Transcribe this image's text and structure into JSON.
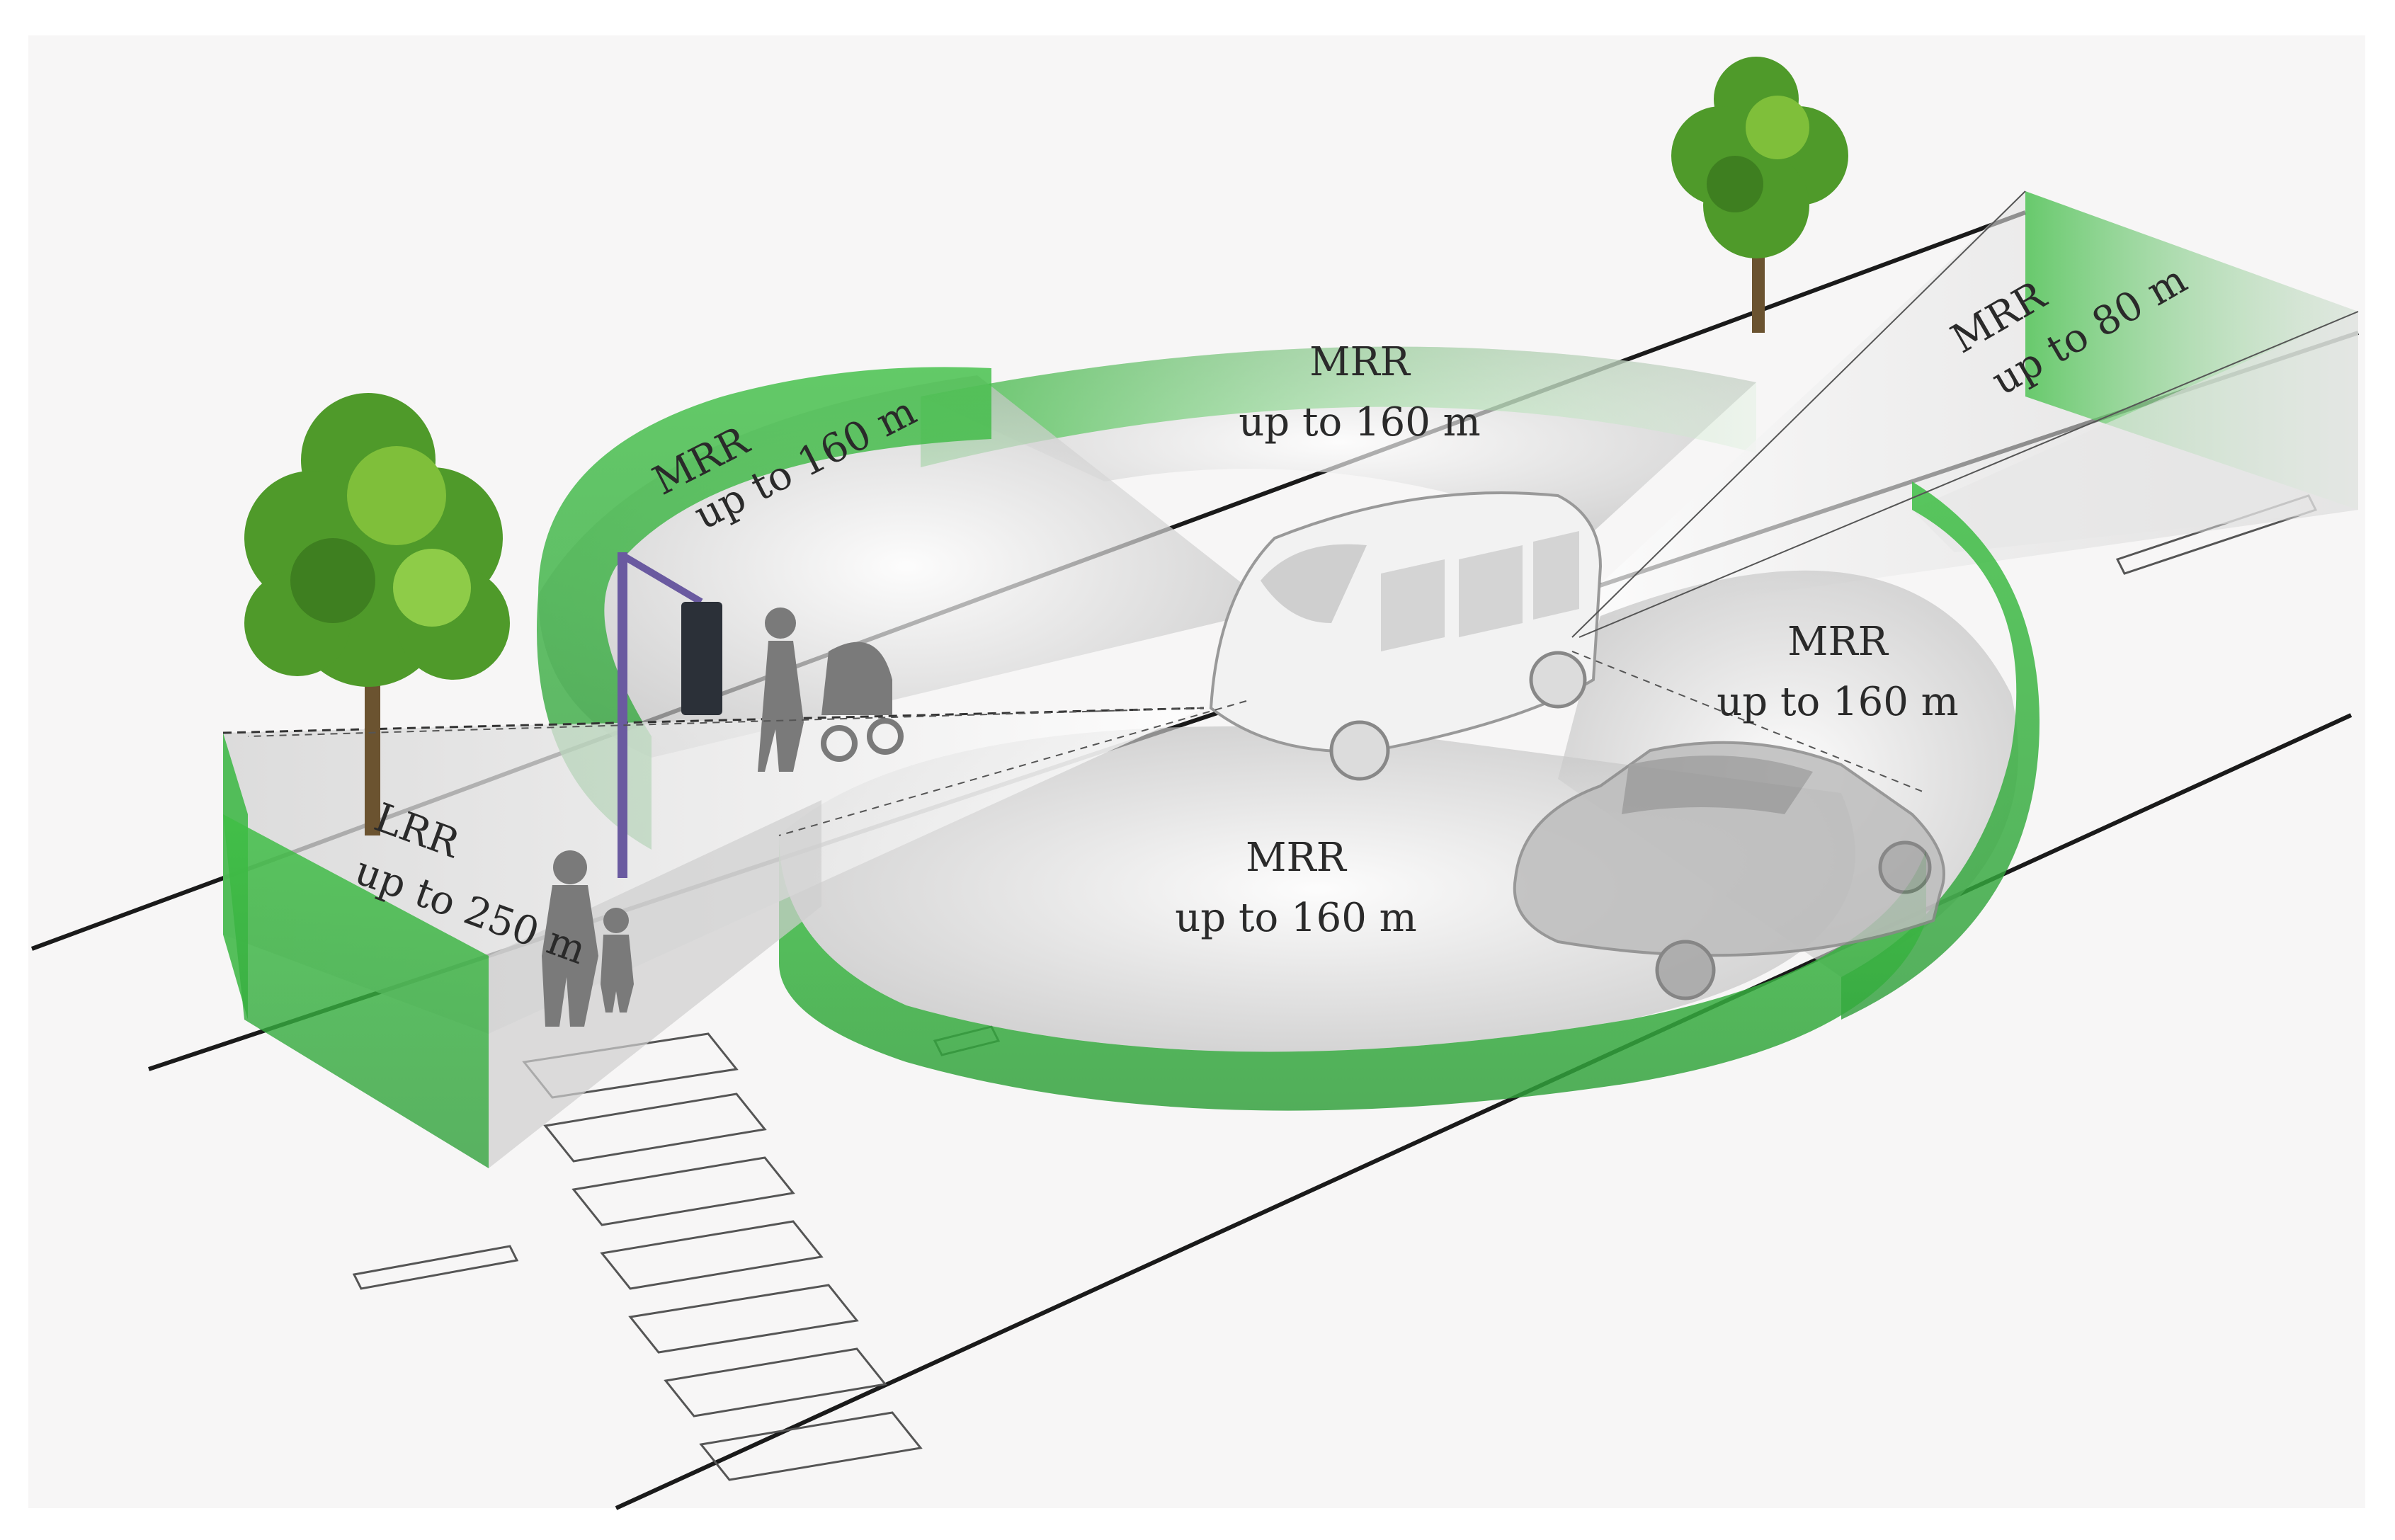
{
  "colors": {
    "background": "#f7f6f6",
    "radar_green": "#3fbf45",
    "radar_green_light": "#9ad99a",
    "road_line": "#1a1a1a",
    "tree_green": "#4f9a2a",
    "silhouette": "#7a7a7a",
    "traffic_light": "#2b3038",
    "pole": "#6a5aa0"
  },
  "icons": [
    "tree-icon",
    "pedestrian-icon",
    "stroller-icon",
    "traffic-light-icon",
    "van-icon",
    "suv-icon"
  ],
  "zones": [
    {
      "id": "rear_left",
      "type": "MRR",
      "range": "up to 160 m"
    },
    {
      "id": "rear",
      "type": "MRR",
      "range": "up to 160 m"
    },
    {
      "id": "front_right",
      "type": "MRR",
      "range": "up to 80 m"
    },
    {
      "id": "right",
      "type": "MRR",
      "range": "up to 160 m"
    },
    {
      "id": "front",
      "type": "MRR",
      "range": "up to 160 m"
    },
    {
      "id": "long_range",
      "type": "LRR",
      "range": "up to 250 m"
    }
  ]
}
